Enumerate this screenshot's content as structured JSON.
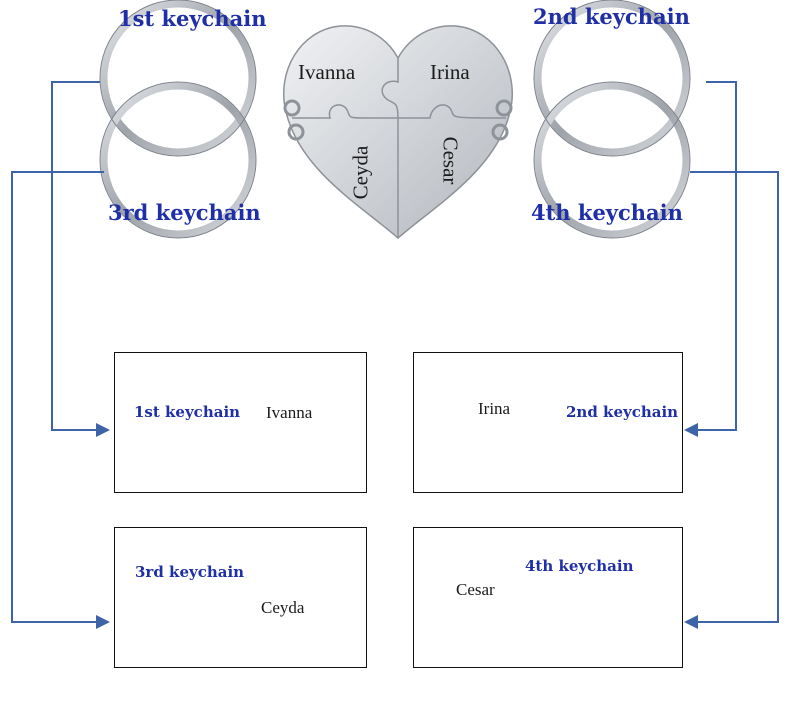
{
  "colors": {
    "label": "#1f2fa6",
    "connector": "#3d63a8",
    "metal": "#c9ccd0",
    "ink": "#1b1b1b"
  },
  "top": {
    "labels": {
      "first": "1st keychain",
      "second": "2nd keychain",
      "third": "3rd keychain",
      "fourth": "4th keychain"
    },
    "names": {
      "ivanna": "Ivanna",
      "irina": "Irina",
      "ceyda": "Ceyda",
      "cesar": "Cesar"
    }
  },
  "boxes": {
    "first": {
      "label": "1st keychain",
      "name": "Ivanna"
    },
    "second": {
      "label": "2nd keychain",
      "name": "Irina"
    },
    "third": {
      "label": "3rd keychain",
      "name": "Ceyda"
    },
    "fourth": {
      "label": "4th keychain",
      "name": "Cesar"
    }
  }
}
